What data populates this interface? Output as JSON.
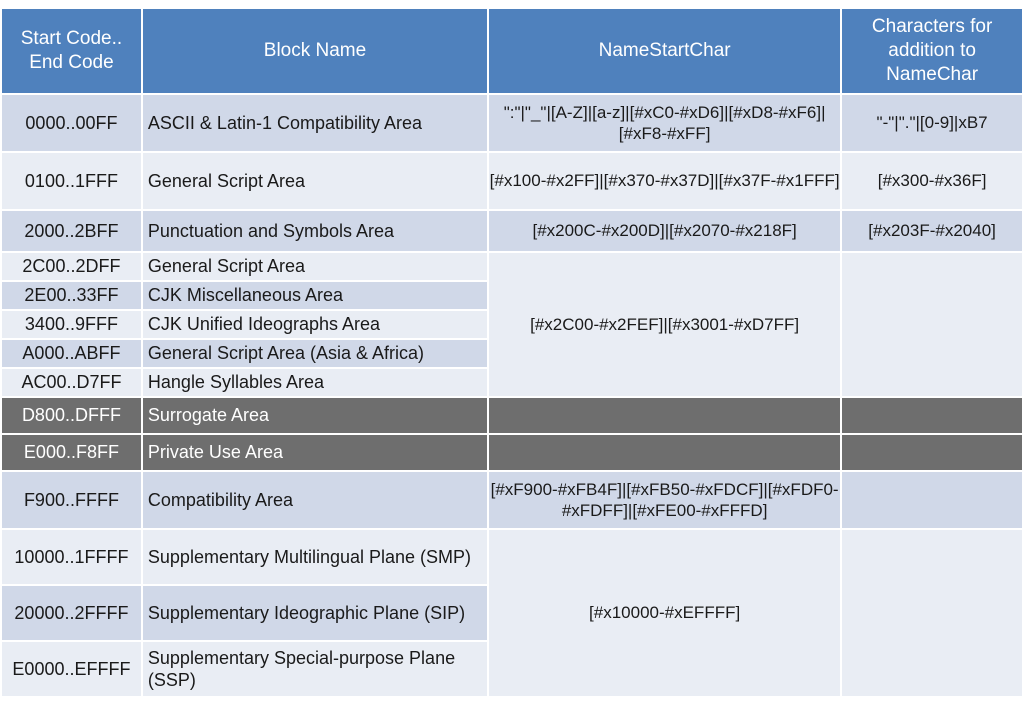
{
  "colors": {
    "header_bg": "#4f81bd",
    "row_dark": "#d0d8e8",
    "row_light": "#e9edf4",
    "row_reserved": "#6e6e6e"
  },
  "headers": {
    "range": "Start Code..\nEnd Code",
    "block": "Block Name",
    "namestart": "NameStartChar",
    "namechar": "Characters for addition to NameChar"
  },
  "rows": [
    {
      "range": "0000..00FF",
      "block": "ASCII & Latin-1 Compatibility Area",
      "namestart": "\":\"|\"_\"|[A-Z]|[a-z]|[#xC0-#xD6]|[#xD8-#xF6]|[#xF8-#xFF]",
      "namechar": "\"-\"|\".\"|[0-9]|xB7"
    },
    {
      "range": "0100..1FFF",
      "block": "General Script Area",
      "namestart": "[#x100-#x2FF]|[#x370-#x37D]|[#x37F-#x1FFF]",
      "namechar": "[#x300-#x36F]"
    },
    {
      "range": "2000..2BFF",
      "block": "Punctuation and Symbols Area",
      "namestart": "[#x200C-#x200D]|[#x2070-#x218F]",
      "namechar": "[#x203F-#x2040]"
    },
    {
      "range": "2C00..2DFF",
      "block": "General Script Area",
      "namestart": "[#x2C00-#x2FEF]|[#x3001-#xD7FF]",
      "namechar": ""
    },
    {
      "range": "2E00..33FF",
      "block": "CJK Miscellaneous Area"
    },
    {
      "range": "3400..9FFF",
      "block": "CJK Unified Ideographs Area"
    },
    {
      "range": "A000..ABFF",
      "block": "General Script Area (Asia & Africa)"
    },
    {
      "range": "AC00..D7FF",
      "block": "Hangle Syllables Area"
    },
    {
      "range": "D800..DFFF",
      "block": "Surrogate Area",
      "namestart": "",
      "namechar": ""
    },
    {
      "range": "E000..F8FF",
      "block": "Private Use Area",
      "namestart": "",
      "namechar": ""
    },
    {
      "range": "F900..FFFF",
      "block": "Compatibility Area",
      "namestart": "[#xF900-#xFB4F]|[#xFB50-#xFDCF]|[#xFDF0-#xFDFF]|[#xFE00-#xFFFD]",
      "namechar": ""
    },
    {
      "range": "10000..1FFFF",
      "block": "Supplementary Multilingual Plane (SMP)",
      "namestart": "[#x10000-#xEFFFF]",
      "namechar": ""
    },
    {
      "range": "20000..2FFFF",
      "block": "Supplementary Ideographic Plane (SIP)"
    },
    {
      "range": "E0000..EFFFF",
      "block": "Supplementary Special-purpose Plane (SSP)"
    }
  ]
}
